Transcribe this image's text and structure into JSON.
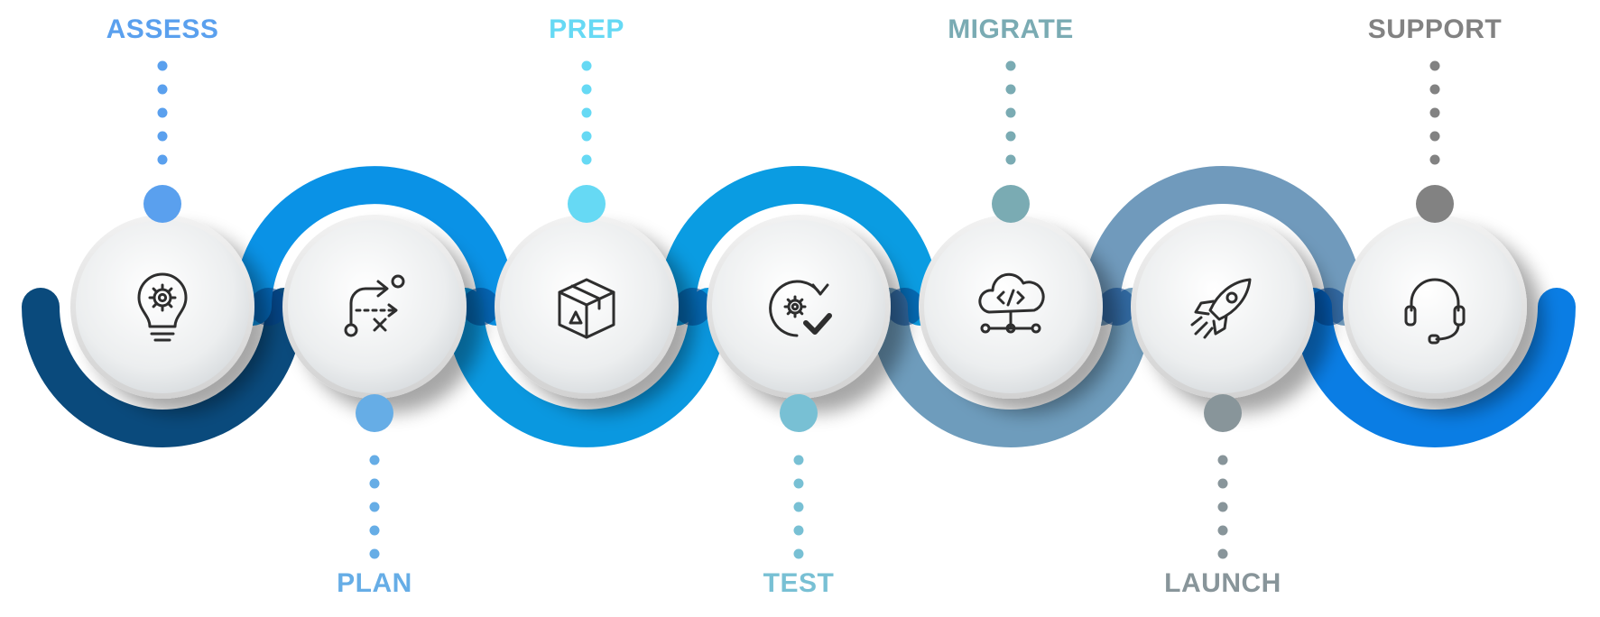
{
  "steps": [
    {
      "label": "ASSESS",
      "icon": "lightbulb-gear-icon",
      "position": "top",
      "color": "#5aa0ee",
      "arc_color": "#0a4a7c"
    },
    {
      "label": "PLAN",
      "icon": "path-strategy-icon",
      "position": "bottom",
      "color": "#66ade6",
      "arc_color": "#0a92e6"
    },
    {
      "label": "PREP",
      "icon": "package-box-icon",
      "position": "top",
      "color": "#66d9f4",
      "arc_color": "#0a98e0"
    },
    {
      "label": "TEST",
      "icon": "gear-check-icon",
      "position": "bottom",
      "color": "#78c0d4",
      "arc_color": "#0a9ce2"
    },
    {
      "label": "MIGRATE",
      "icon": "cloud-code-icon",
      "position": "top",
      "color": "#7aabb3",
      "arc_color": "#6e9cbc"
    },
    {
      "label": "LAUNCH",
      "icon": "rocket-icon",
      "position": "bottom",
      "color": "#88959a",
      "arc_color": "#709abc"
    },
    {
      "label": "SUPPORT",
      "icon": "headset-icon",
      "position": "top",
      "color": "#828282",
      "arc_color": "#0a7de4"
    }
  ]
}
